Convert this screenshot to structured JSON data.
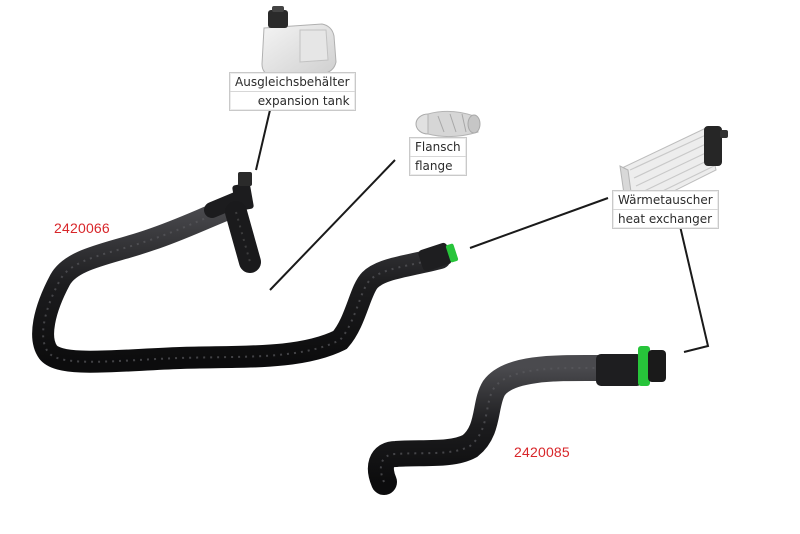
{
  "parts": [
    {
      "number": "2420066",
      "color": "#d8262a"
    },
    {
      "number": "2420085",
      "color": "#d8262a"
    }
  ],
  "callouts": {
    "expansion_tank": {
      "line1": "Ausgleichsbehälter",
      "line2": "expansion tank"
    },
    "flange": {
      "line1": "Flansch",
      "line2": "flange"
    },
    "heat_exchanger": {
      "line1": "Wärmetauscher",
      "line2": "heat exchanger"
    }
  },
  "colors": {
    "hose": "#1d1d1f",
    "connector_accent": "#27c43a",
    "part_number": "#d8262a",
    "leader_line": "#1a1a1a"
  }
}
